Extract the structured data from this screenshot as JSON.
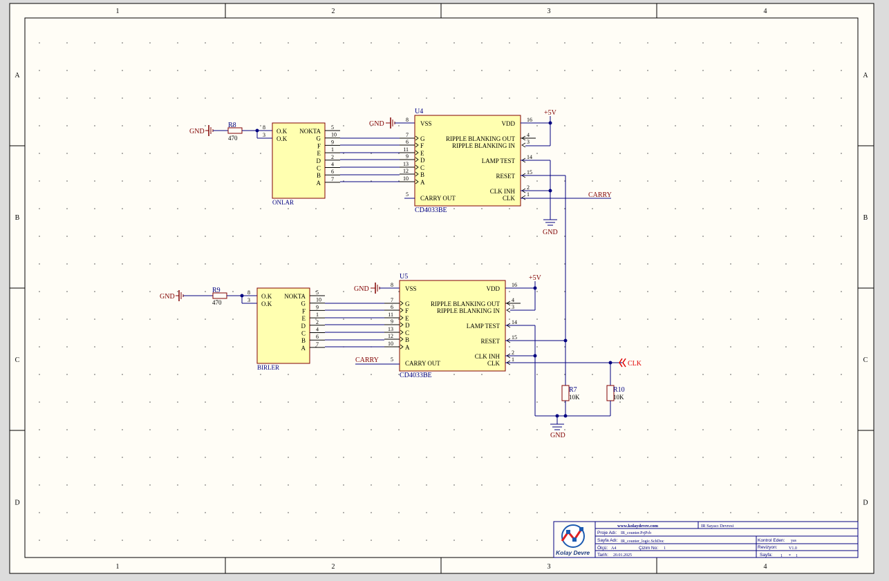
{
  "frame": {
    "cols": [
      "1",
      "2",
      "3",
      "4"
    ],
    "rows": [
      "A",
      "B",
      "C",
      "D"
    ]
  },
  "u4": {
    "designator": "U4",
    "part": "CD4033BE",
    "left_pins": [
      {
        "num": "8",
        "name": "VSS"
      },
      {
        "num": "7",
        "name": "G"
      },
      {
        "num": "6",
        "name": "F"
      },
      {
        "num": "11",
        "name": "E"
      },
      {
        "num": "9",
        "name": "D"
      },
      {
        "num": "13",
        "name": "C"
      },
      {
        "num": "12",
        "name": "B"
      },
      {
        "num": "10",
        "name": "A"
      },
      {
        "num": "5",
        "name": "CARRY OUT"
      }
    ],
    "right_pins": [
      {
        "num": "16",
        "name": "VDD"
      },
      {
        "num": "4",
        "name": "RIPPLE BLANKING OUT"
      },
      {
        "num": "3",
        "name": "RIPPLE BLANKING IN"
      },
      {
        "num": "14",
        "name": "LAMP TEST"
      },
      {
        "num": "15",
        "name": "RESET"
      },
      {
        "num": "2",
        "name": "CLK INH"
      },
      {
        "num": "1",
        "name": "CLK"
      }
    ]
  },
  "u5": {
    "designator": "U5",
    "part": "CD4033BE",
    "left_pins": [
      {
        "num": "8",
        "name": "VSS"
      },
      {
        "num": "7",
        "name": "G"
      },
      {
        "num": "6",
        "name": "F"
      },
      {
        "num": "11",
        "name": "E"
      },
      {
        "num": "9",
        "name": "D"
      },
      {
        "num": "13",
        "name": "C"
      },
      {
        "num": "12",
        "name": "B"
      },
      {
        "num": "10",
        "name": "A"
      },
      {
        "num": "5",
        "name": "CARRY OUT"
      }
    ],
    "right_pins": [
      {
        "num": "16",
        "name": "VDD"
      },
      {
        "num": "4",
        "name": "RIPPLE BLANKING OUT"
      },
      {
        "num": "3",
        "name": "RIPPLE BLANKING IN"
      },
      {
        "num": "14",
        "name": "LAMP TEST"
      },
      {
        "num": "15",
        "name": "RESET"
      },
      {
        "num": "2",
        "name": "CLK INH"
      },
      {
        "num": "1",
        "name": "CLK"
      }
    ]
  },
  "onlar": {
    "label": "ONLAR",
    "left_pins": [
      {
        "num": "8",
        "name": "O.K"
      },
      {
        "num": "3",
        "name": "O.K"
      }
    ],
    "right_pins": [
      {
        "num": "5",
        "name": "NOKTA"
      },
      {
        "num": "10",
        "name": "G"
      },
      {
        "num": "9",
        "name": "F"
      },
      {
        "num": "1",
        "name": "E"
      },
      {
        "num": "2",
        "name": "D"
      },
      {
        "num": "4",
        "name": "C"
      },
      {
        "num": "6",
        "name": "B"
      },
      {
        "num": "7",
        "name": "A"
      }
    ]
  },
  "birler": {
    "label": "BIRLER",
    "left_pins": [
      {
        "num": "8",
        "name": "O.K"
      },
      {
        "num": "3",
        "name": "O.K"
      }
    ],
    "right_pins": [
      {
        "num": "5",
        "name": "NOKTA"
      },
      {
        "num": "10",
        "name": "G"
      },
      {
        "num": "9",
        "name": "F"
      },
      {
        "num": "1",
        "name": "E"
      },
      {
        "num": "2",
        "name": "D"
      },
      {
        "num": "4",
        "name": "C"
      },
      {
        "num": "6",
        "name": "B"
      },
      {
        "num": "7",
        "name": "A"
      }
    ]
  },
  "r8": {
    "designator": "R8",
    "value": "470"
  },
  "r9": {
    "designator": "R9",
    "value": "470"
  },
  "r7": {
    "designator": "R7",
    "value": "10K"
  },
  "r10": {
    "designator": "R10",
    "value": "10K"
  },
  "nets": {
    "gnd": "GND",
    "vcc": "+5V",
    "carry": "CARRY",
    "clk": "CLK"
  },
  "title_block": {
    "website": "www.kolaydevre.com",
    "title": "IR Sayacı Devresi",
    "project_label": "Proje Adı:",
    "project": "IR_counter.PrjPcb",
    "sheet_name_label": "Sayfa Adı:",
    "sheet_name": "IR_counter_logic.SchDoc",
    "scale_label": "Ölçü:",
    "scale": "A4",
    "drawing_no_label": "Çizim No:",
    "drawing_no": "1",
    "date_label": "Tarih:",
    "date": "20.01.2025",
    "checked_label": "Kontrol Eden:",
    "checked": "yas",
    "revision_label": "Revizyon:",
    "revision": "V1.0",
    "page_label": "Sayfa:",
    "page": "1",
    "page_sep": "*",
    "page_total": "1",
    "logo_text": "Kolay Devre"
  },
  "colors": {
    "wire": "#000080",
    "label": "#800000",
    "part_fill": "#ffffb0",
    "part_border": "#800000",
    "sheet": "#fffdf6",
    "clk": "#e00000"
  }
}
